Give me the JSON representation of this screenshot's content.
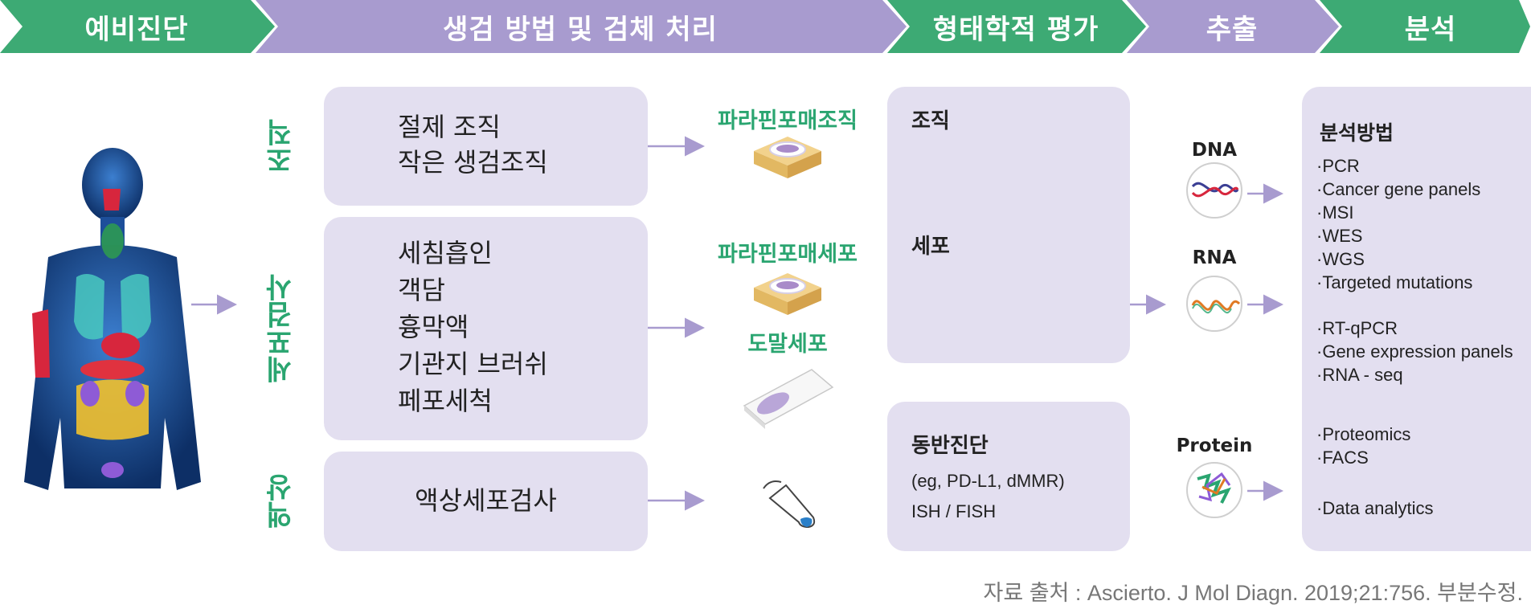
{
  "header": {
    "steps": [
      "예비진단",
      "생검 방법 및 검체 처리",
      "형태학적 평가",
      "추출",
      "분석"
    ]
  },
  "colors": {
    "green": "#3daa74",
    "purple": "#a89bcf",
    "box": "#e3dff0",
    "label_green": "#2aa570"
  },
  "rows": {
    "tissue": {
      "label": "조직",
      "items": [
        "절제 조직",
        "작은 생검조직"
      ],
      "result": "파라핀포매조직"
    },
    "cyto": {
      "label": "세포검사",
      "items": [
        "세침흡인",
        "객담",
        "흉막액",
        "기관지 브러쉬",
        "페포세척"
      ],
      "result1": "파라핀포매세포",
      "result2": "도말세포"
    },
    "liquid": {
      "label": "액상",
      "items": [
        "액상세포검사"
      ]
    }
  },
  "morph": {
    "tissue_label": "조직",
    "cell_label": "세포",
    "companion": {
      "title": "동반진단",
      "line1": "(eg, PD-L1, dMMR)",
      "line2": "ISH / FISH"
    }
  },
  "extraction": [
    "DNA",
    "RNA",
    "Protein"
  ],
  "analysis": {
    "title": "분석방법",
    "dna_list": [
      "·PCR",
      "·Cancer gene panels",
      "·MSI",
      "·WES",
      "·WGS",
      "·Targeted mutations"
    ],
    "rna_list": [
      "·RT-qPCR",
      "·Gene expression panels",
      "·RNA - seq"
    ],
    "protein_list": [
      "·Proteomics",
      "·FACS"
    ],
    "data_list": [
      "·Data analytics"
    ]
  },
  "source": "자료 출처 : Ascierto. J Mol Diagn. 2019;21:756. 부분수정.",
  "icons": {
    "body": "human-body-illustration",
    "block": "paraffin-block-icon",
    "slide": "smear-slide-icon",
    "tube": "test-tube-icon",
    "tissue_micro": "tissue-micrograph",
    "cell_micro": "cell-micrograph",
    "dna": "dna-helix-icon",
    "rna": "rna-strand-icon",
    "protein": "protein-structure-icon"
  }
}
